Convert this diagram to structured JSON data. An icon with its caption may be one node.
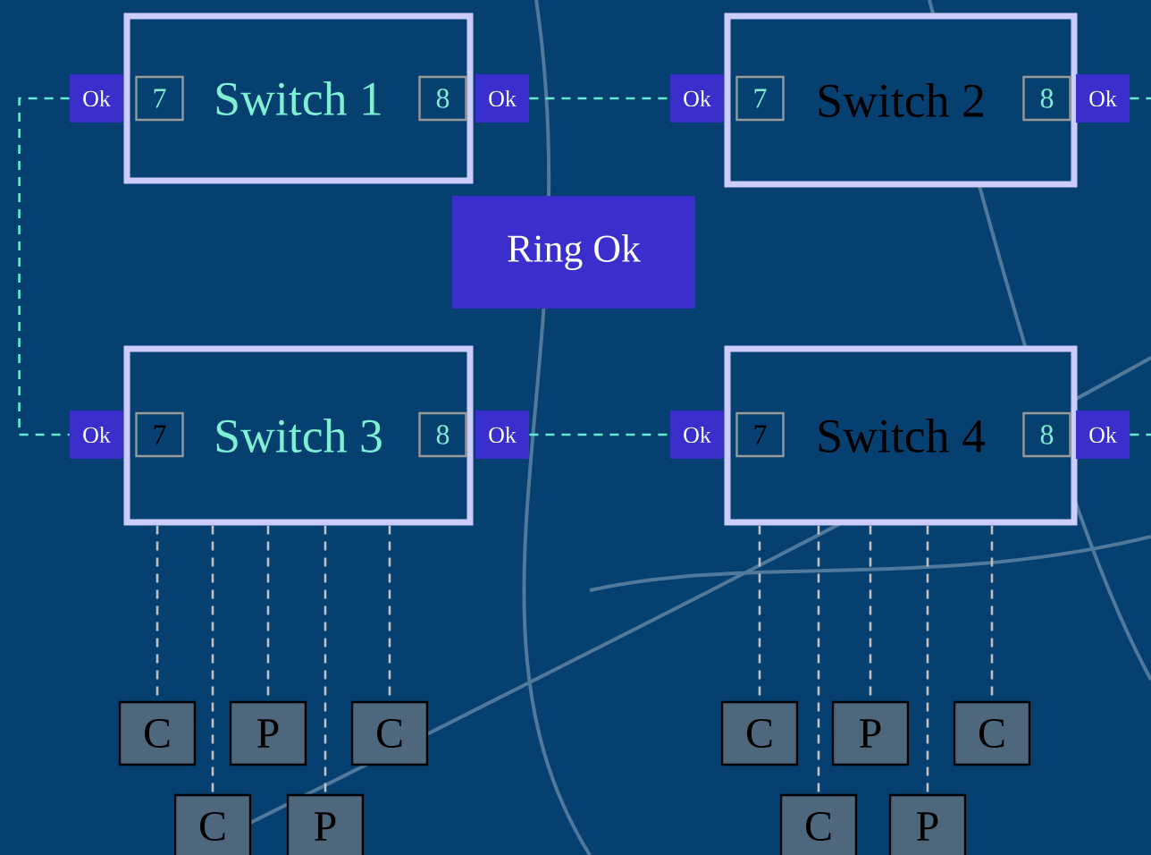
{
  "diagram": {
    "nodes": [
      {
        "text": [
          "Switch 1"
        ]
      },
      {
        "text": [
          "7"
        ],
        "in": 0
      },
      {
        "text": [
          "8"
        ],
        "in": 0
      },
      {
        "text": [
          "Ok"
        ]
      },
      {
        "text": [
          "Ok"
        ]
      },
      {
        "text": [
          "Switch 2"
        ]
      },
      {
        "text": [
          "7"
        ],
        "in": 5
      },
      {
        "text": [
          "8"
        ],
        "in": 5
      },
      {
        "text": [
          "Ok"
        ]
      },
      {
        "text": [
          "Ok"
        ]
      },
      {
        "text": [
          "Ring Ok"
        ]
      },
      {
        "text": [
          "Switch 3"
        ]
      },
      {
        "text": [
          "7"
        ],
        "in": 11
      },
      {
        "text": [
          "8"
        ],
        "in": 11
      },
      {
        "text": [
          "Ok"
        ]
      },
      {
        "text": [
          "Ok"
        ]
      },
      {
        "text": [
          "Switch 4"
        ]
      },
      {
        "text": [
          "7"
        ],
        "in": 16
      },
      {
        "text": [
          "8"
        ],
        "in": 16
      },
      {
        "text": [
          "Ok"
        ]
      },
      {
        "text": [
          "Ok"
        ]
      },
      {
        "text": [
          "C"
        ]
      },
      {
        "text": [
          "C"
        ]
      },
      {
        "text": [
          "P"
        ]
      },
      {
        "text": [
          "P"
        ]
      },
      {
        "text": [
          "C"
        ]
      },
      {
        "text": [
          "C"
        ]
      },
      {
        "text": [
          "C"
        ]
      },
      {
        "text": [
          "P"
        ]
      },
      {
        "text": [
          "P"
        ]
      },
      {
        "text": [
          "C"
        ]
      }
    ],
    "edges": [
      {
        "from": 3,
        "to": 14,
        "arrow": "none",
        "style": "dashed",
        "color": "#66e8d2"
      },
      {
        "from": 4,
        "to": 8,
        "arrow": "none",
        "style": "dashed",
        "color": "#66e8d2"
      },
      {
        "from": 9,
        "to": null,
        "arrow": "none",
        "style": "dashed",
        "color": "#66e8d2"
      },
      {
        "from": 15,
        "to": 19,
        "arrow": "none",
        "style": "dashed",
        "color": "#66e8d2"
      },
      {
        "from": 20,
        "to": null,
        "arrow": "none",
        "style": "dashed",
        "color": "#66e8d2"
      },
      {
        "from": 11,
        "to": 21,
        "arrow": "none",
        "style": "dashed"
      },
      {
        "from": 11,
        "to": 22,
        "arrow": "none",
        "style": "dashed"
      },
      {
        "from": 11,
        "to": 23,
        "arrow": "none",
        "style": "dashed"
      },
      {
        "from": 11,
        "to": 24,
        "arrow": "none",
        "style": "dashed"
      },
      {
        "from": 11,
        "to": 25,
        "arrow": "none",
        "style": "dashed"
      },
      {
        "from": 16,
        "to": 26,
        "arrow": "none",
        "style": "dashed"
      },
      {
        "from": 16,
        "to": 27,
        "arrow": "none",
        "style": "dashed"
      },
      {
        "from": 16,
        "to": 28,
        "arrow": "none",
        "style": "dashed"
      },
      {
        "from": 16,
        "to": 29,
        "arrow": "none",
        "style": "dashed"
      },
      {
        "from": 16,
        "to": 30,
        "arrow": "none",
        "style": "dashed"
      }
    ]
  }
}
